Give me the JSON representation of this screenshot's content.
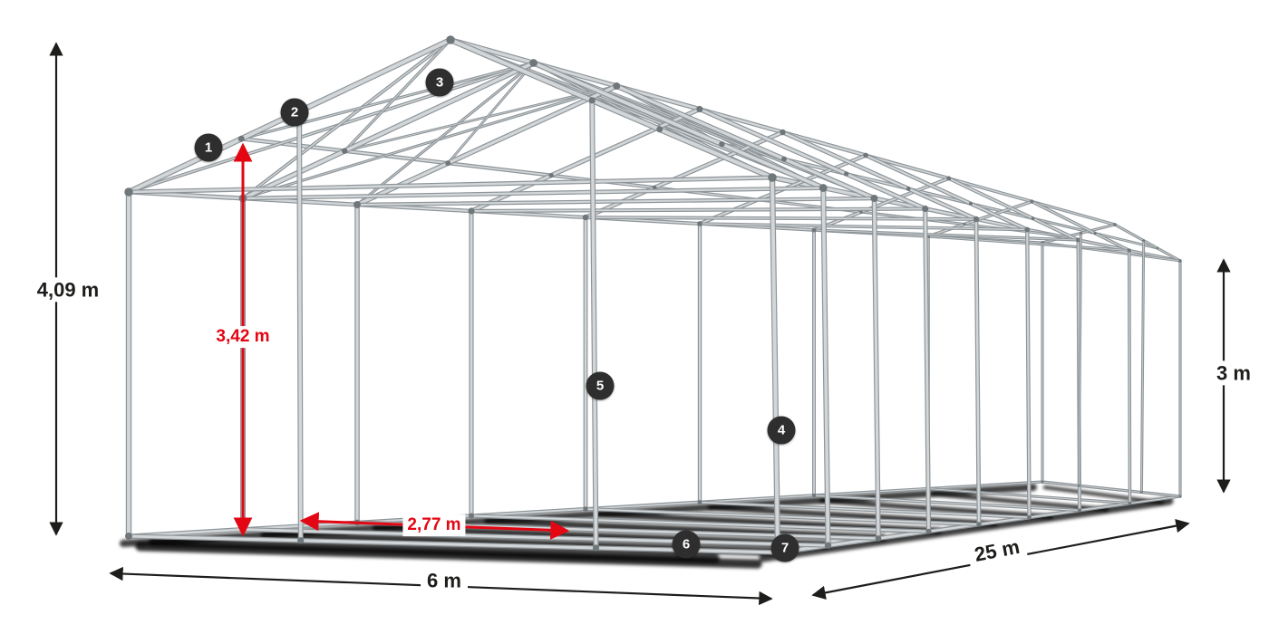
{
  "diagram": {
    "dimensions": {
      "total_height": "4,09 m",
      "clearance_height": "3,42 m",
      "bay_spacing": "2,77 m",
      "width": "6 m",
      "length": "25 m",
      "side_height": "3 m"
    },
    "badges": [
      {
        "label": "1"
      },
      {
        "label": "2"
      },
      {
        "label": "3"
      },
      {
        "label": "4"
      },
      {
        "label": "5"
      },
      {
        "label": "6"
      },
      {
        "label": "7"
      }
    ],
    "colors": {
      "accent_red": "#e30613",
      "badge_bg": "#2f2e2e",
      "frame_light": "#d2d6d8",
      "frame_dark": "#8e9599",
      "shadow": "#000000"
    }
  }
}
